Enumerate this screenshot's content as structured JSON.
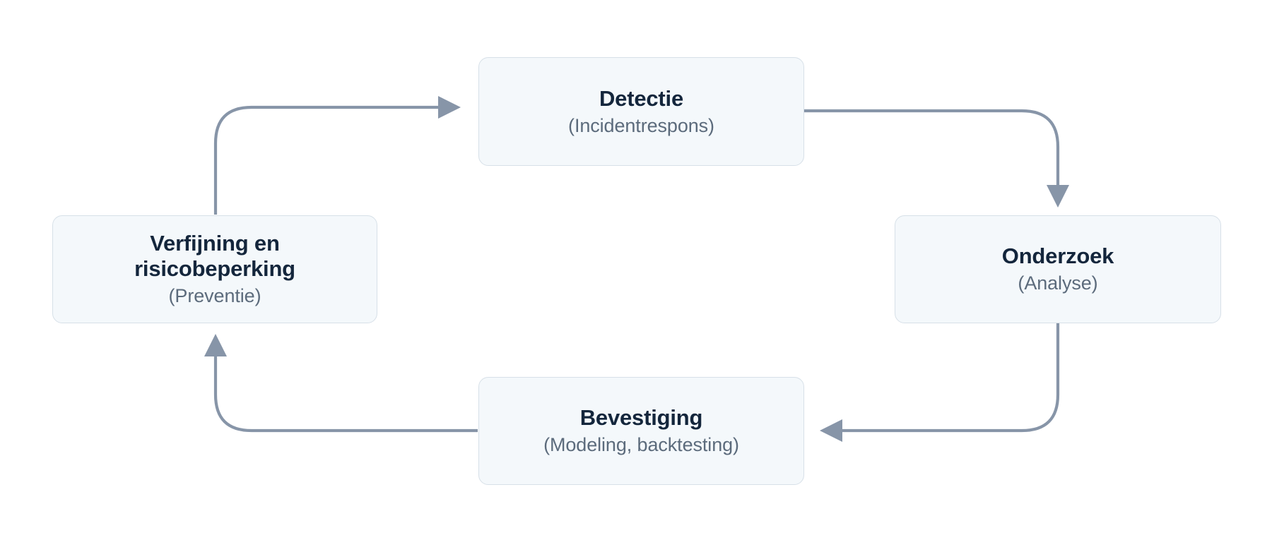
{
  "diagram": {
    "type": "cycle-flowchart",
    "orientation": "clockwise",
    "language": "nl",
    "background_color": "#ffffff",
    "node_fill_color": "#f4f8fb",
    "node_border_color": "#d7e0e8",
    "title_color": "#14263c",
    "subtitle_color": "#5c6b7c",
    "connector_color": "#8795a8"
  },
  "nodes": [
    {
      "id": "detectie",
      "title": "Detectie",
      "subtitle": "(Incidentrespons)",
      "position": "top"
    },
    {
      "id": "onderzoek",
      "title": "Onderzoek",
      "subtitle": "(Analyse)",
      "position": "right"
    },
    {
      "id": "bevestiging",
      "title": "Bevestiging",
      "subtitle": "(Modeling, backtesting)",
      "position": "bottom"
    },
    {
      "id": "verfijning",
      "title": "Verfijning en risicobeperking",
      "title_line_1": "Verfijning en",
      "title_line_2": "risicobeperking",
      "subtitle": "(Preventie)",
      "position": "left"
    }
  ],
  "edges": [
    {
      "id": "edge-detectie-onderzoek",
      "from": "detectie",
      "to": "onderzoek",
      "from_side": "right",
      "to_side": "top",
      "arrow": "down"
    },
    {
      "id": "edge-onderzoek-bevestiging",
      "from": "onderzoek",
      "to": "bevestiging",
      "from_side": "bottom",
      "to_side": "right",
      "arrow": "left"
    },
    {
      "id": "edge-bevestiging-verfijning",
      "from": "bevestiging",
      "to": "verfijning",
      "from_side": "left",
      "to_side": "bottom",
      "arrow": "up"
    },
    {
      "id": "edge-verfijning-detectie",
      "from": "verfijning",
      "to": "detectie",
      "from_side": "top",
      "to_side": "left",
      "arrow": "right"
    }
  ]
}
